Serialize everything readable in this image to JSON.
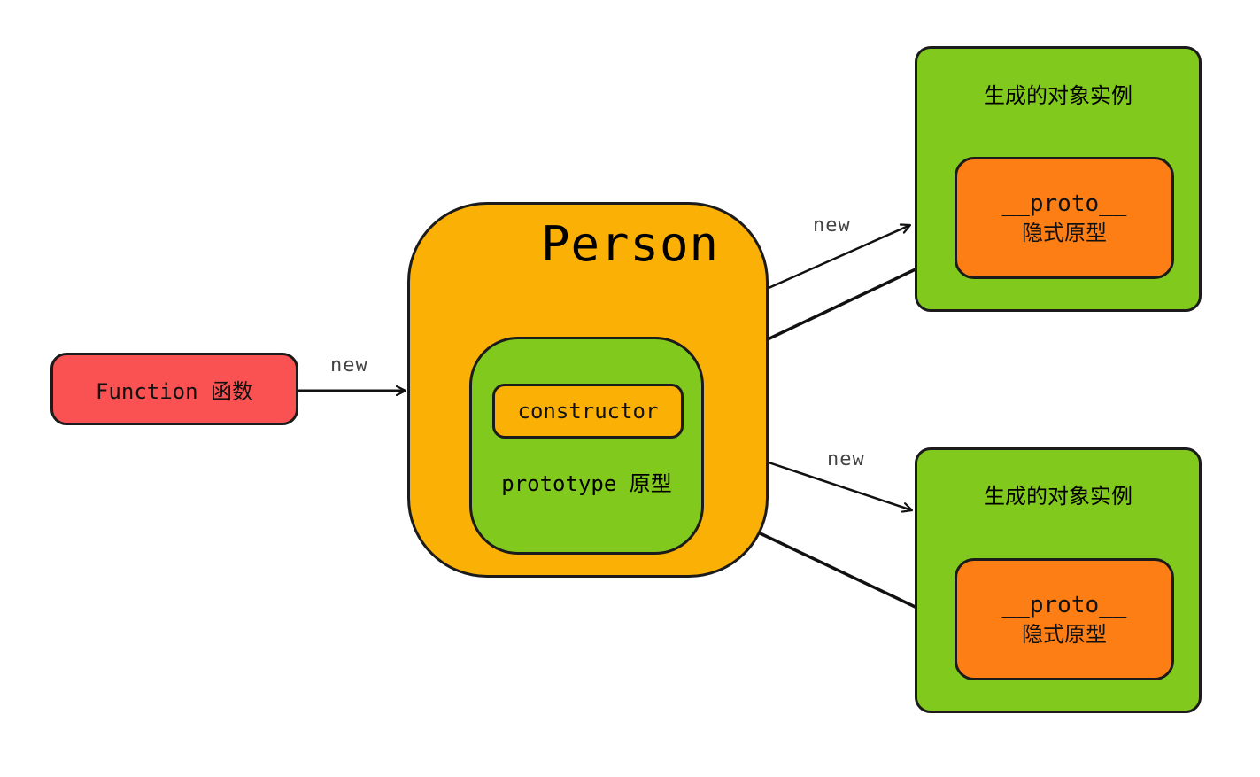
{
  "function_box": {
    "label": "Function 函数"
  },
  "person_box": {
    "title": "Person"
  },
  "prototype_box": {
    "label": "prototype 原型"
  },
  "constructor_box": {
    "label": "constructor"
  },
  "instances": [
    {
      "label": "生成的对象实例",
      "proto_name": "__proto__",
      "proto_desc": "隐式原型"
    },
    {
      "label": "生成的对象实例",
      "proto_name": "__proto__",
      "proto_desc": "隐式原型"
    }
  ],
  "edges": {
    "function_to_person": "new",
    "person_to_instance_top": "new",
    "person_to_instance_bottom": "new"
  },
  "colors": {
    "function_fill": "#fa5252",
    "person_fill": "#fab005",
    "prototype_fill": "#82c91e",
    "instance_fill": "#82c91e",
    "proto_fill": "#fd7e14",
    "stroke": "#1b1b1b"
  }
}
